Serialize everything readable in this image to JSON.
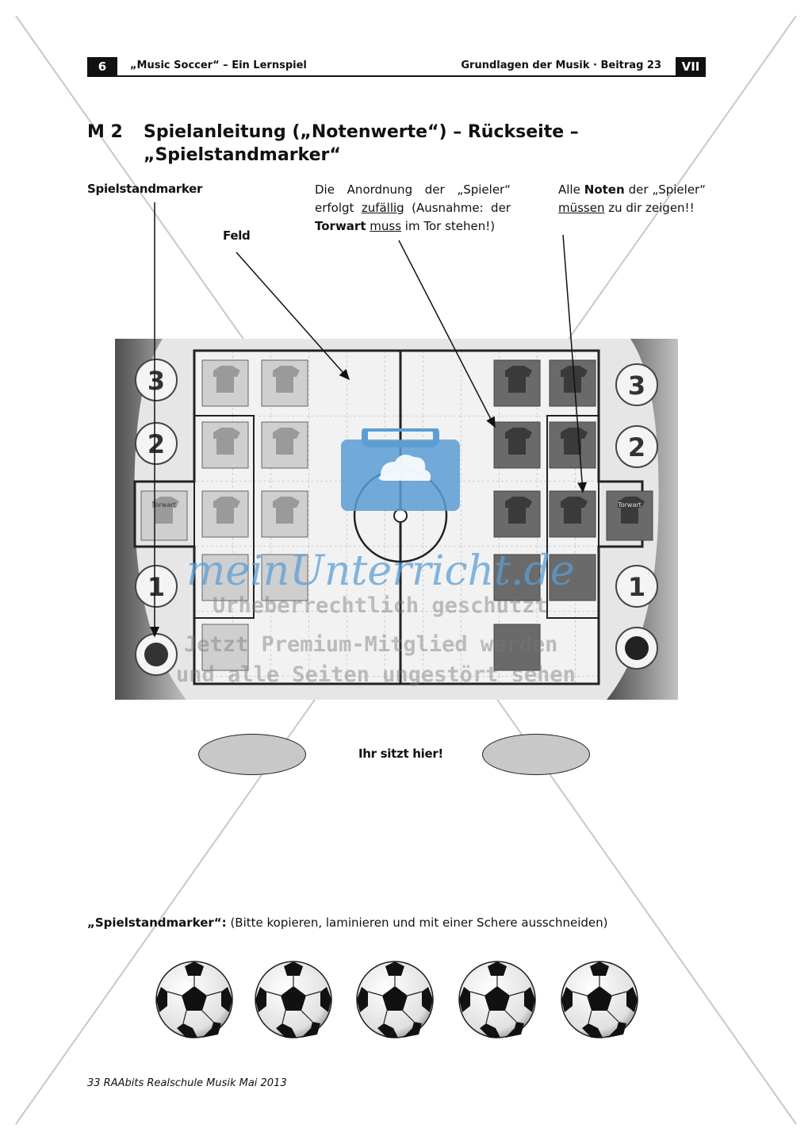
{
  "header": {
    "page_number": "6",
    "left_title": "„Music Soccer“ – Ein Lernspiel",
    "right_title": "Grundlagen der Musik · Beitrag 23",
    "section_badge": "VII"
  },
  "title": {
    "prefix": "M 2",
    "line1": "Spielanleitung („Notenwerte“) – Rückseite –",
    "line2": "„Spielstandmarker“"
  },
  "labels": {
    "marker": "Spielstandmarker",
    "feld": "Feld",
    "ihr_sitzt": "Ihr sitzt hier!"
  },
  "text_middle": {
    "p1": "Die Anordnung der „Spieler“ erfolgt ",
    "p2": "zufällig",
    "p3": " (Ausnahme: der ",
    "p4": "Torwart",
    "p5": " ",
    "p6": "muss",
    "p7": " im Tor stehen!)"
  },
  "text_right": {
    "p1": "Alle ",
    "p2": "Noten",
    "p3": " der „Spieler“ ",
    "p4": "müssen",
    "p5": " zu dir zeigen!!"
  },
  "field": {
    "score_left": [
      "3",
      "2",
      "1"
    ],
    "score_right": [
      "3",
      "2",
      "1"
    ],
    "goalie_label": "Torwart"
  },
  "watermark": {
    "brand": "meinUnterricht.de",
    "line1": "Urheberrechtlich geschützt",
    "line2": "Jetzt Premium-Mitglied werden",
    "line3": "und alle Seiten ungestört sehen"
  },
  "instruction": {
    "label": "„Spielstandmarker“:",
    "text": "(Bitte kopieren, laminieren und mit einer Schere ausschneiden)"
  },
  "footer": "33 RAAbits Realschule Musik Mai 2013",
  "colors": {
    "watermark_blue": "#5b9ed4",
    "ink": "#111111"
  }
}
